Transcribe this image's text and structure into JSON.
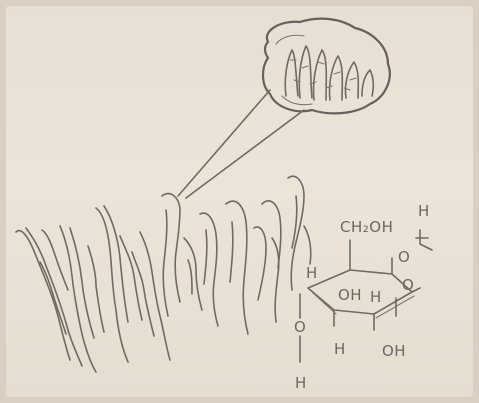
{
  "labels": {
    "ch2oh": "CH₂OH",
    "top_h": "H",
    "ring_o": "O",
    "left_h": "H",
    "mid_oh": "OH",
    "mid_h": "H",
    "ring_o2": "O",
    "bottom_o": "O",
    "bottom_h_left": "H",
    "bottom_h_center": "H",
    "bottom_oh": "OH"
  }
}
